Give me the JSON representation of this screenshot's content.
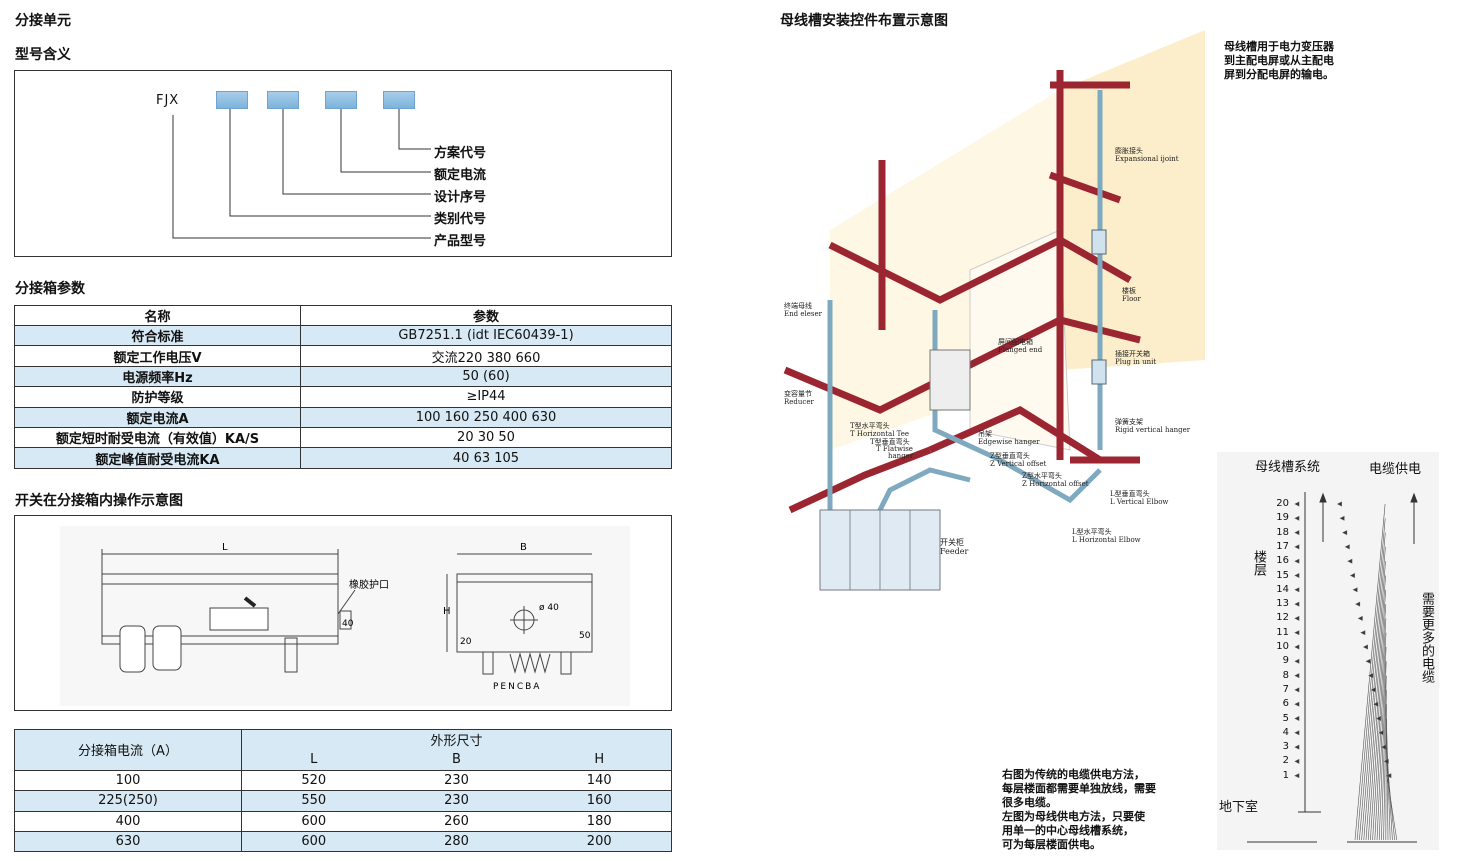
{
  "left": {
    "section_title": "分接单元",
    "model_meaning": {
      "title": "型号含义",
      "code": "FJX",
      "labels": [
        "方案代号",
        "额定电流",
        "设计序号",
        "类别代号",
        "产品型号"
      ]
    },
    "params": {
      "title": "分接箱参数",
      "headers": [
        "名称",
        "参数"
      ],
      "rows": [
        [
          "符合标准",
          "GB7251.1 (idt IEC60439-1)"
        ],
        [
          "额定工作电压V",
          "交流220  380  660"
        ],
        [
          "电源频率Hz",
          "50  (60)"
        ],
        [
          "防护等级",
          "≥IP44"
        ],
        [
          "额定电流A",
          "100  160  250        400        630"
        ],
        [
          "额定短时耐受电流（有效值）KA/S",
          "20        30        50"
        ],
        [
          "额定峰值耐受电流KA",
          "40        63        105"
        ]
      ]
    },
    "operation": {
      "title": "开关在分接箱内操作示意图",
      "label_L": "L",
      "label_B": "B",
      "label_H": "H",
      "rubber": "橡胶护口",
      "dim_40": "40",
      "dim_20": "20",
      "dim_50": "50",
      "dia": "ø 40",
      "phases": "PENCBA"
    },
    "dimensions": {
      "col1": "分接箱电流（A）",
      "col2": "外形尺寸",
      "sub": [
        "L",
        "B",
        "H"
      ],
      "rows": [
        [
          "100",
          "520",
          "230",
          "140"
        ],
        [
          "225(250)",
          "550",
          "230",
          "160"
        ],
        [
          "400",
          "600",
          "260",
          "180"
        ],
        [
          "630",
          "600",
          "280",
          "200"
        ]
      ]
    }
  },
  "right": {
    "title": "母线槽安装控件布置示意图",
    "top_note": [
      "母线槽用于电力变压器",
      "到主配电屏或从主配电",
      "屏到分配电屏的输电。"
    ],
    "labels": {
      "expansion": [
        "膨胀接头",
        "Expansional ijoint"
      ],
      "floor": [
        "楼板",
        "Floor"
      ],
      "plug": [
        "插接开关箱",
        "Plug in unit"
      ],
      "rigid": [
        "弹簧支架",
        "Rigid vertical hanger"
      ],
      "end": [
        "终端母线",
        "End eleser"
      ],
      "flanged": [
        "屏间配电箱",
        "Flanged end"
      ],
      "reducer": [
        "变容量节",
        "Reducer"
      ],
      "ttee": [
        "T型水平弯头",
        "T Horizontal Tee"
      ],
      "tflat": [
        "T型垂直弯头",
        "T Flatwise",
        "hanger"
      ],
      "edgewise": [
        "吊架",
        "Edgewise hanger"
      ],
      "zvert": [
        "Z型垂直弯头",
        "Z Vertical offset"
      ],
      "zhor": [
        "Z型水平弯头",
        "Z Horizontal offset"
      ],
      "lvert": [
        "L型垂直弯头",
        "L Vertical Elbow"
      ],
      "lhor": [
        "L型水平弯头",
        "L Horizontal Elbow"
      ],
      "feeder": [
        "开关柜",
        "Feeder"
      ]
    },
    "bottom_note": [
      "右图为传统的电缆供电方法，",
      "每层楼面都需要单独放线，需要",
      "很多电缆。",
      "左图为母线供电方法，只要使",
      "用单一的中心母线槽系统，",
      "可为每层楼面供电。"
    ],
    "compare": {
      "left_title": "母线槽系统",
      "right_title": "电缆供电",
      "floor_label": "楼层",
      "basement": "地下室",
      "many_cables": "需要更多的电缆",
      "floors": [
        "20",
        "19",
        "18",
        "17",
        "16",
        "15",
        "14",
        "13",
        "12",
        "11",
        "10",
        "9",
        "8",
        "7",
        "6",
        "5",
        "4",
        "3",
        "2",
        "1"
      ]
    }
  },
  "colors": {
    "busbar": "#9b2530",
    "table_blue": "#d6e9f4",
    "wall": "#fbe7b4"
  }
}
